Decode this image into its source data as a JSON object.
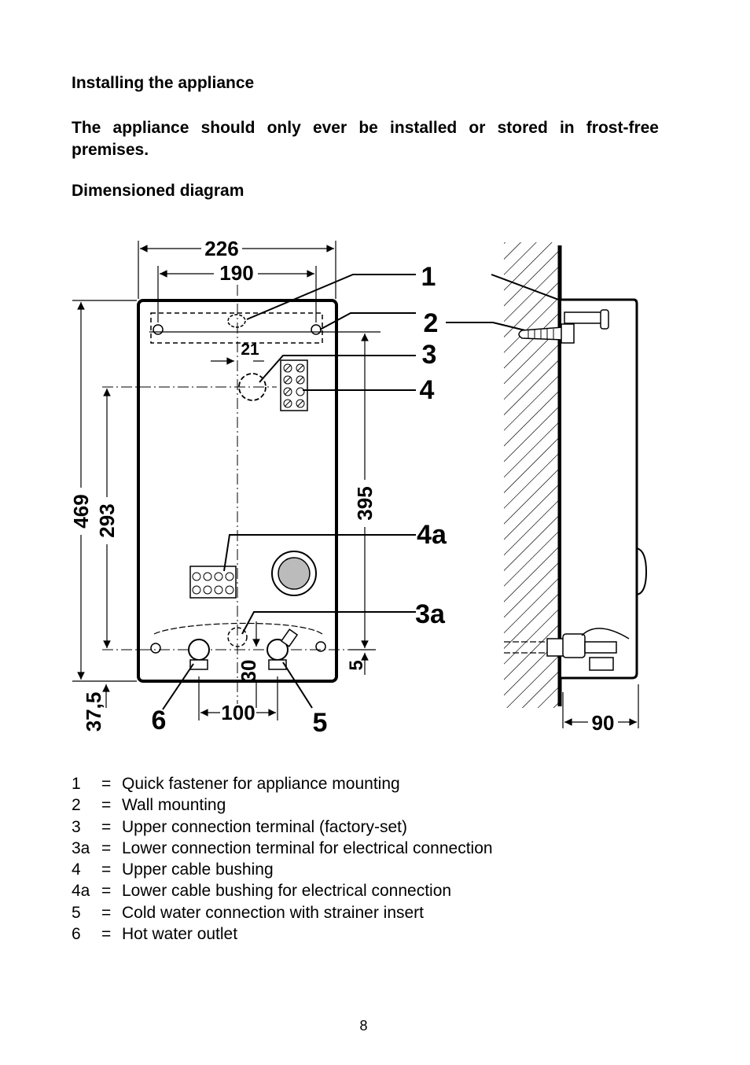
{
  "section_title": "Installing the appliance",
  "warning": "The appliance should only ever be installed or stored in frost-free premises.",
  "diagram_title": "Dimensioned diagram",
  "diagram": {
    "dimensions": {
      "width_total": "226",
      "width_mount": "190",
      "offset_21": "21",
      "height_total": "469",
      "height_293": "293",
      "height_395": "395",
      "offset_30": "30",
      "offset_5": "5",
      "spacing_100": "100",
      "bottom_37_5": "37,5",
      "depth_90": "90"
    },
    "callouts": {
      "c1": "1",
      "c2": "2",
      "c3": "3",
      "c4": "4",
      "c4a": "4a",
      "c3a": "3a",
      "c5": "5",
      "c6": "6"
    }
  },
  "legend": [
    {
      "num": "1",
      "eq": "=",
      "text": "Quick fastener for appliance mounting"
    },
    {
      "num": "2",
      "eq": "=",
      "text": "Wall mounting"
    },
    {
      "num": "3",
      "eq": "=",
      "text": "Upper connection terminal (factory-set)"
    },
    {
      "num": "3a",
      "eq": "=",
      "text": "Lower connection terminal for electrical connection"
    },
    {
      "num": "4",
      "eq": "=",
      "text": "Upper cable bushing"
    },
    {
      "num": "4a",
      "eq": "=",
      "text": "Lower cable bushing for electrical connection"
    },
    {
      "num": "5",
      "eq": "=",
      "text": "Cold water connection with strainer insert"
    },
    {
      "num": "6",
      "eq": "=",
      "text": "Hot water outlet"
    }
  ],
  "page_number": "8"
}
